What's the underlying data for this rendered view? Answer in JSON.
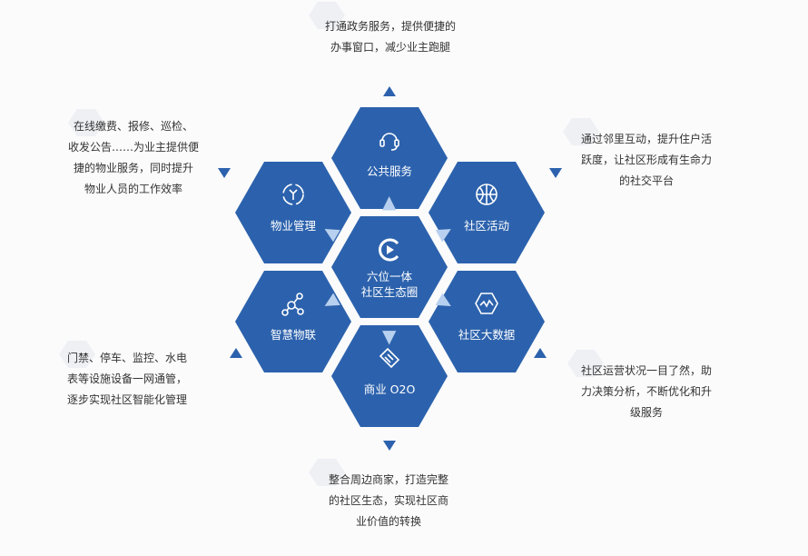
{
  "center": {
    "line1": "六位一体",
    "line2": "社区生态圈"
  },
  "hexes": {
    "top": {
      "label": "公共服务",
      "icon": "headset-icon"
    },
    "upper_left": {
      "label": "物业管理",
      "icon": "wrench-icon"
    },
    "upper_right": {
      "label": "社区活动",
      "icon": "basketball-icon"
    },
    "lower_left": {
      "label": "智慧物联",
      "icon": "network-icon"
    },
    "lower_right": {
      "label": "社区大数据",
      "icon": "chart-hex-icon"
    },
    "bottom": {
      "label": "商业 O2O",
      "icon": "handshake-icon"
    }
  },
  "descriptions": {
    "top": [
      "打通政务服务，提供便捷的",
      "办事窗口，减少业主跑腿"
    ],
    "upper_left": [
      "在线缴费、报修、巡检、",
      "收发公告……为业主提供便",
      "捷的物业服务，同时提升",
      "物业人员的工作效率"
    ],
    "upper_right": [
      "通过邻里互动，提升住户活",
      "跃度，让社区形成有生命力",
      "的社交平台"
    ],
    "lower_left": [
      "门禁、停车、监控、水电",
      "表等设施设备一网通管，",
      "逐步实现社区智能化管理"
    ],
    "lower_right": [
      "社区运营状况一目了然，助",
      "力决策分析，不断优化和升",
      "级服务"
    ],
    "bottom": [
      "整合周边商家，打造完整",
      "的社区生态，实现社区商",
      "业价值的转换"
    ]
  }
}
